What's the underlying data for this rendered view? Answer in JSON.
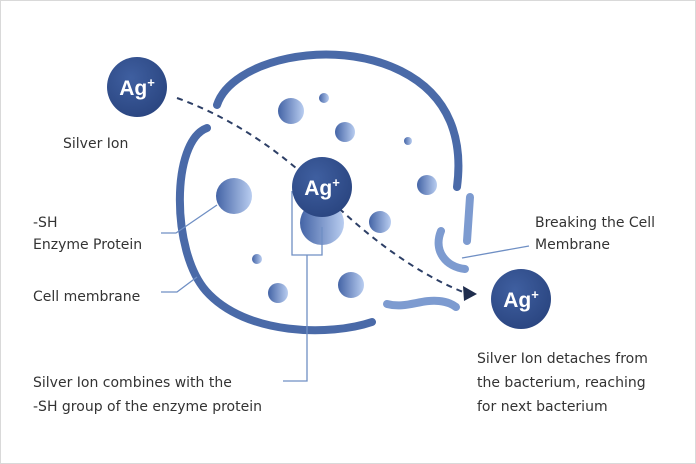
{
  "ion_symbol": "Ag",
  "ion_charge": "+",
  "labels": {
    "silver_ion": "Silver Ion",
    "sh_line1": "-SH",
    "sh_line2": "Enzyme Protein",
    "cell_membrane": "Cell membrane",
    "combines_line1": "Silver Ion combines with the",
    "combines_line2": "-SH group of the enzyme protein",
    "breaking_line1": "Breaking the Cell",
    "breaking_line2": "Membrane",
    "detaches_line1": "Silver Ion detaches from",
    "detaches_line2": "the bacterium, reaching",
    "detaches_line3": "for next bacterium"
  },
  "colors": {
    "ion": "#34518f",
    "membrane": "#4a6aa8",
    "fragment": "#7d9bd0",
    "leader": "#6f8fc4"
  }
}
